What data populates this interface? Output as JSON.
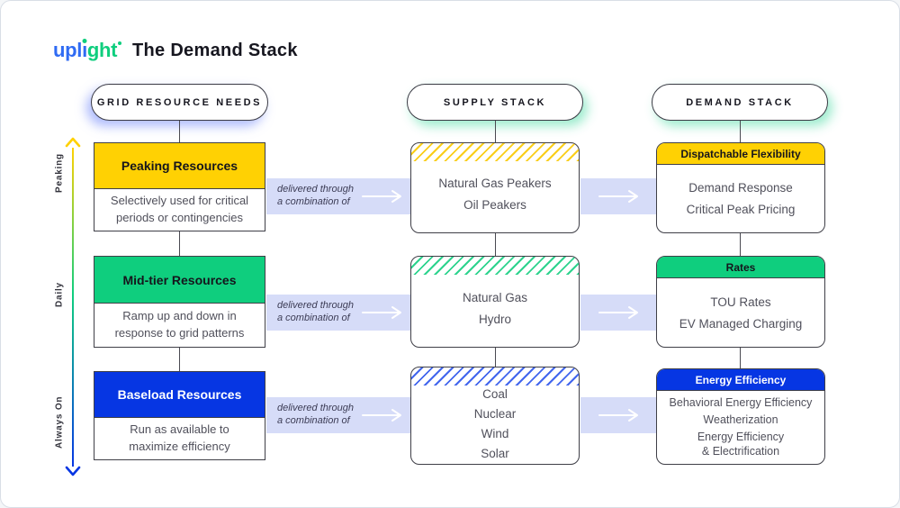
{
  "brand": {
    "logo_part1": "upl",
    "logo_i": "ı",
    "logo_part2": "ght",
    "title": "The Demand Stack"
  },
  "pills": {
    "grid": "GRID RESOURCE NEEDS",
    "supply": "SUPPLY STACK",
    "demand": "DEMAND STACK"
  },
  "axis": {
    "top_label": "Peaking",
    "mid_label": "Daily",
    "bottom_label": "Always On"
  },
  "connector_label": {
    "line1": "delivered through",
    "line2": "a combination of"
  },
  "rows": [
    {
      "need_title": "Peaking Resources",
      "need_desc": "Selectively used for critical periods or contingencies",
      "supply": [
        "Natural Gas Peakers",
        "Oil Peakers"
      ],
      "demand_title": "Dispatchable Flexibility",
      "demand": [
        "Demand Response",
        "Critical Peak Pricing"
      ]
    },
    {
      "need_title": "Mid-tier Resources",
      "need_desc": "Ramp up and down in response to grid patterns",
      "supply": [
        "Natural Gas",
        "Hydro"
      ],
      "demand_title": "Rates",
      "demand": [
        "TOU Rates",
        "EV Managed Charging"
      ]
    },
    {
      "need_title": "Baseload Resources",
      "need_desc": "Run as available to maximize efficiency",
      "supply": [
        "Coal",
        "Nuclear",
        "Wind",
        "Solar"
      ],
      "demand_title": "Energy Efficiency",
      "demand": [
        "Behavioral Energy Efficiency",
        "Weatherization",
        "Energy Efficiency\n& Electrification"
      ]
    }
  ],
  "colors": {
    "yellow": "#FFD103",
    "green": "#0FCE7E",
    "blue": "#0636E3",
    "band": "#D6DCF8",
    "logo_blue": "#2F6BF3"
  }
}
